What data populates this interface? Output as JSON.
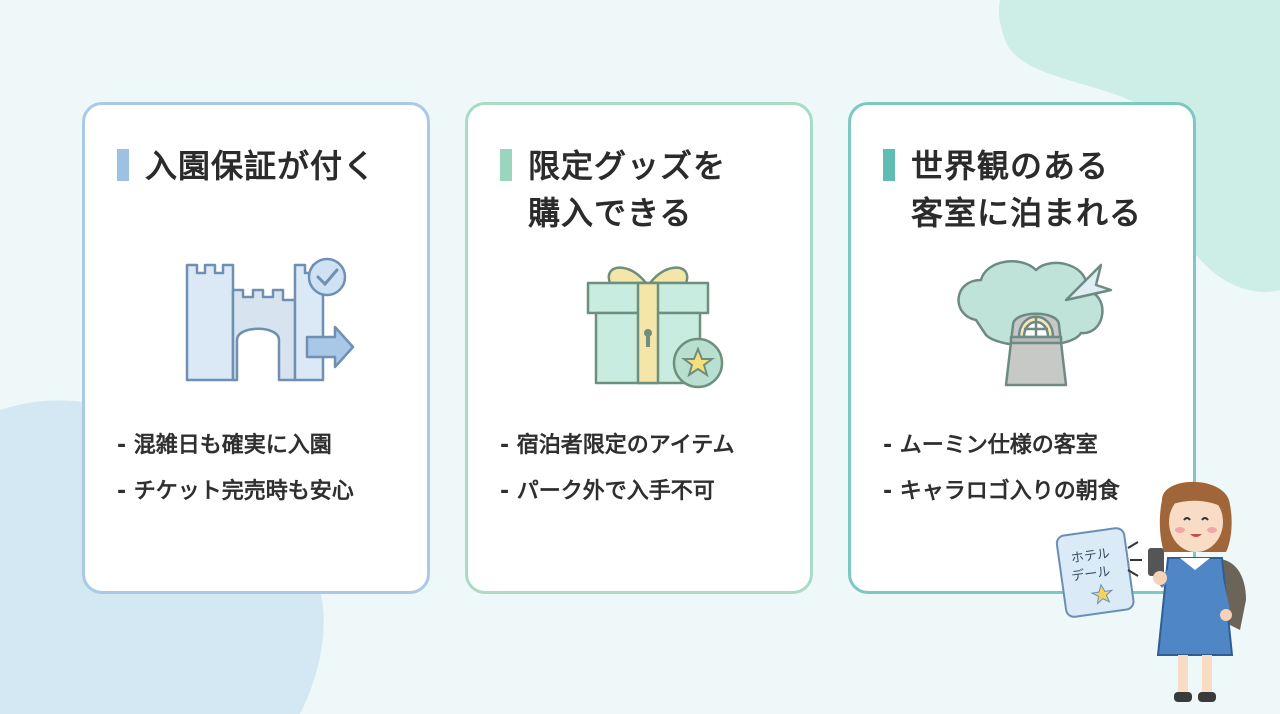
{
  "cards": [
    {
      "title_lines": [
        "入園保証が付く"
      ],
      "illustration": "castle-gate-check-icon",
      "bullets": [
        "- 混雑日も確実に入園",
        "- チケット完売時も安心"
      ]
    },
    {
      "title_lines": [
        "限定グッズを",
        "購入できる"
      ],
      "illustration": "gift-box-star-icon",
      "bullets": [
        "- 宿泊者限定のアイテム",
        "- パーク外で入手不可"
      ]
    },
    {
      "title_lines": [
        "世界観のある",
        "客室に泊まれる"
      ],
      "illustration": "treehouse-icon",
      "bullets": [
        "- ムーミン仕様の客室",
        "- キャラロゴ入りの朝食"
      ]
    }
  ],
  "character": {
    "card_text_line1": "ホテル",
    "card_text_line2": "デール"
  },
  "colors": {
    "background": "#eef8f8",
    "card1_accent": "#aac9e6",
    "card2_accent": "#a9dbc6",
    "card3_accent": "#7cc9c2"
  }
}
